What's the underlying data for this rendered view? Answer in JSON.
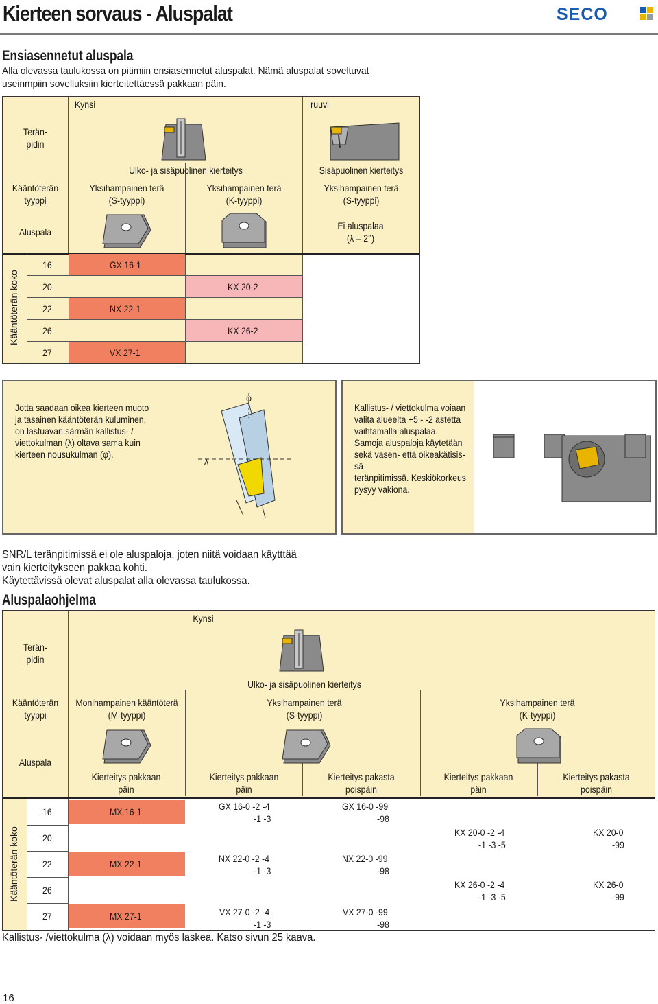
{
  "header": {
    "title": "Kierteen sorvaus - Aluspalat",
    "brand": "SECO",
    "colors": {
      "brand": "#1a5cb0",
      "accent": "#e8b400",
      "table_bg": "#fbf0c4",
      "red": "#f08060",
      "pink": "#f7b7b8"
    }
  },
  "section1": {
    "heading": "Ensiasennetut aluspala",
    "intro_line1": "Alla olevassa taulukossa on pitimiin ensiasennetut aluspalat. Nämä aluspalat soveltuvat",
    "intro_line2": "useinmpiin sovelluksiin kierteitettäessä pakkaan päin."
  },
  "table1": {
    "col_kynsi": "Kynsi",
    "col_ruuvi": "ruuvi",
    "row_holder": [
      "Terän-",
      "pidin"
    ],
    "ulko_sisa": "Ulko- ja sisäpuolinen kierteitys",
    "sisapuolinen": "Sisäpuolinen kierteitys",
    "row_insert_type": [
      "Kääntöterän",
      "tyyppi"
    ],
    "types": [
      [
        "Yksihampainen terä",
        "(S-tyyppi)"
      ],
      [
        "Yksihampainen terä",
        "(K-tyyppi)"
      ],
      [
        "Yksihampainen terä",
        "(S-tyyppi)"
      ]
    ],
    "row_shim": "Aluspala",
    "no_shim": [
      "Ei aluspalaa",
      "(λ = 2°)"
    ],
    "size_label": "Kääntöterän koko",
    "rows": [
      {
        "size": "16",
        "s": "GX 16-1",
        "k": ""
      },
      {
        "size": "20",
        "s": "",
        "k": "KX 20-2"
      },
      {
        "size": "22",
        "s": "NX 22-1",
        "k": ""
      },
      {
        "size": "26",
        "s": "",
        "k": "KX 26-2"
      },
      {
        "size": "27",
        "s": "VX 27-1",
        "k": ""
      }
    ]
  },
  "infobox": {
    "left_lines": [
      "Jotta saadaan oikea kierteen muoto",
      "ja tasainen kääntöterän kuluminen,",
      "on lastuavan särmän kallistus- /",
      "viettokulman (λ) oltava sama kuin",
      "kierteen nousukulman (φ)."
    ],
    "lambda": "λ",
    "phi": "φ",
    "right_lines": [
      "Kallistus- / viettokulma voiaan",
      "valita alueelta +5 -  -2 astetta",
      "vaihtamalla aluspalaa.",
      "Samoja aluspaloja käytetään",
      "sekä vasen- että oikeakätisis-",
      "sä",
      "teränpitimissä. Keskiökorkeus",
      "pysyy vakiona."
    ]
  },
  "section2": {
    "text_line1": "SNR/L teränpitimissä ei ole aluspaloja, joten niitä voidaan käytttää",
    "text_line2": "vain kierteitykseen pakkaa kohti.",
    "text_line3": "Käytettävissä olevat aluspalat alla olevassa taulukossa.",
    "heading": "Aluspalaohjelma"
  },
  "table2": {
    "col_kynsi": "Kynsi",
    "row_holder": [
      "Terän-",
      "pidin"
    ],
    "ulko_sisa": "Ulko- ja sisäpuolinen kierteitys",
    "row_insert_type": [
      "Kääntöterän",
      "tyyppi"
    ],
    "types": [
      [
        "Monihampainen kääntöterä",
        "(M-tyyppi)"
      ],
      [
        "Yksihampainen terä",
        "(S-tyyppi)"
      ],
      [
        "Yksihampainen terä",
        "(K-tyyppi)"
      ]
    ],
    "row_shim": "Aluspala",
    "sub_headers": [
      [
        "Kierteitys pakkaan",
        "päin"
      ],
      [
        "Kierteitys pakkaan",
        "päin"
      ],
      [
        "Kierteitys pakasta",
        "poispäin"
      ],
      [
        "Kierteitys pakkaan",
        "päin"
      ],
      [
        "Kierteitys pakasta",
        "poispäin"
      ]
    ],
    "size_label": "Kääntöterän koko",
    "rows": [
      {
        "size": "16",
        "m": "MX 16-1",
        "s_in": [
          "GX 16-0 -2 -4",
          "-1 -3"
        ],
        "s_out": [
          "GX 16-0 -99",
          "-98"
        ],
        "k_in": [
          "",
          ""
        ],
        "k_out": [
          "",
          ""
        ]
      },
      {
        "size": "20",
        "m": "",
        "s_in": [
          "",
          ""
        ],
        "s_out": [
          "",
          ""
        ],
        "k_in": [
          "KX 20-0 -2 -4",
          "-1 -3 -5"
        ],
        "k_out": [
          "KX 20-0",
          "-99"
        ]
      },
      {
        "size": "22",
        "m": "MX 22-1",
        "s_in": [
          "NX 22-0 -2 -4",
          "-1 -3"
        ],
        "s_out": [
          "NX 22-0 -99",
          "-98"
        ],
        "k_in": [
          "",
          ""
        ],
        "k_out": [
          "",
          ""
        ]
      },
      {
        "size": "26",
        "m": "",
        "s_in": [
          "",
          ""
        ],
        "s_out": [
          "",
          ""
        ],
        "k_in": [
          "KX 26-0 -2 -4",
          "-1 -3 -5"
        ],
        "k_out": [
          "KX 26-0",
          "-99"
        ]
      },
      {
        "size": "27",
        "m": "MX 27-1",
        "s_in": [
          "VX 27-0 -2 -4",
          "-1 -3"
        ],
        "s_out": [
          "VX 27-0 -99",
          "-98"
        ],
        "k_in": [
          "",
          ""
        ],
        "k_out": [
          "",
          ""
        ]
      }
    ]
  },
  "footer": {
    "note": "Kallistus- /viettokulma (λ) voidaan myös laskea. Katso sivun 25 kaava.",
    "page_number": "16"
  },
  "icons": [
    "holder-clamp-icon",
    "holder-screw-icon",
    "shim-s-type-icon",
    "shim-k-type-icon",
    "helix-angle-diagram-icon",
    "shim-variants-icon",
    "seco-logo"
  ]
}
